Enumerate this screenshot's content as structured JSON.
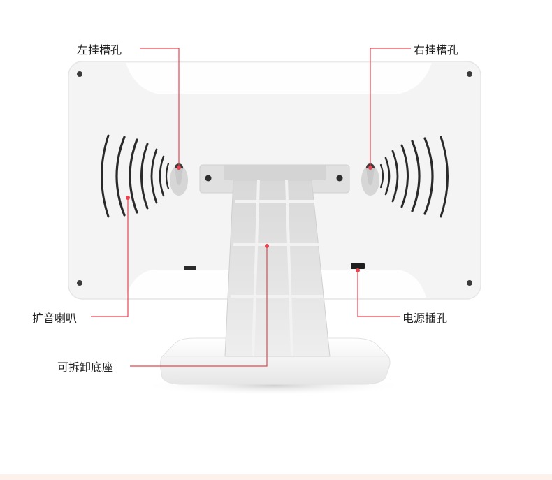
{
  "callouts": {
    "left_slot": "左挂槽孔",
    "right_slot": "右挂槽孔",
    "speaker": "扩音喇叭",
    "power_port": "电源插孔",
    "base": "可拆卸底座"
  },
  "colors": {
    "accent": "#e8434f",
    "panel": "#f4f4f4",
    "stand": "#e2e2e2",
    "speaker_arc": "#2a2a2a"
  }
}
